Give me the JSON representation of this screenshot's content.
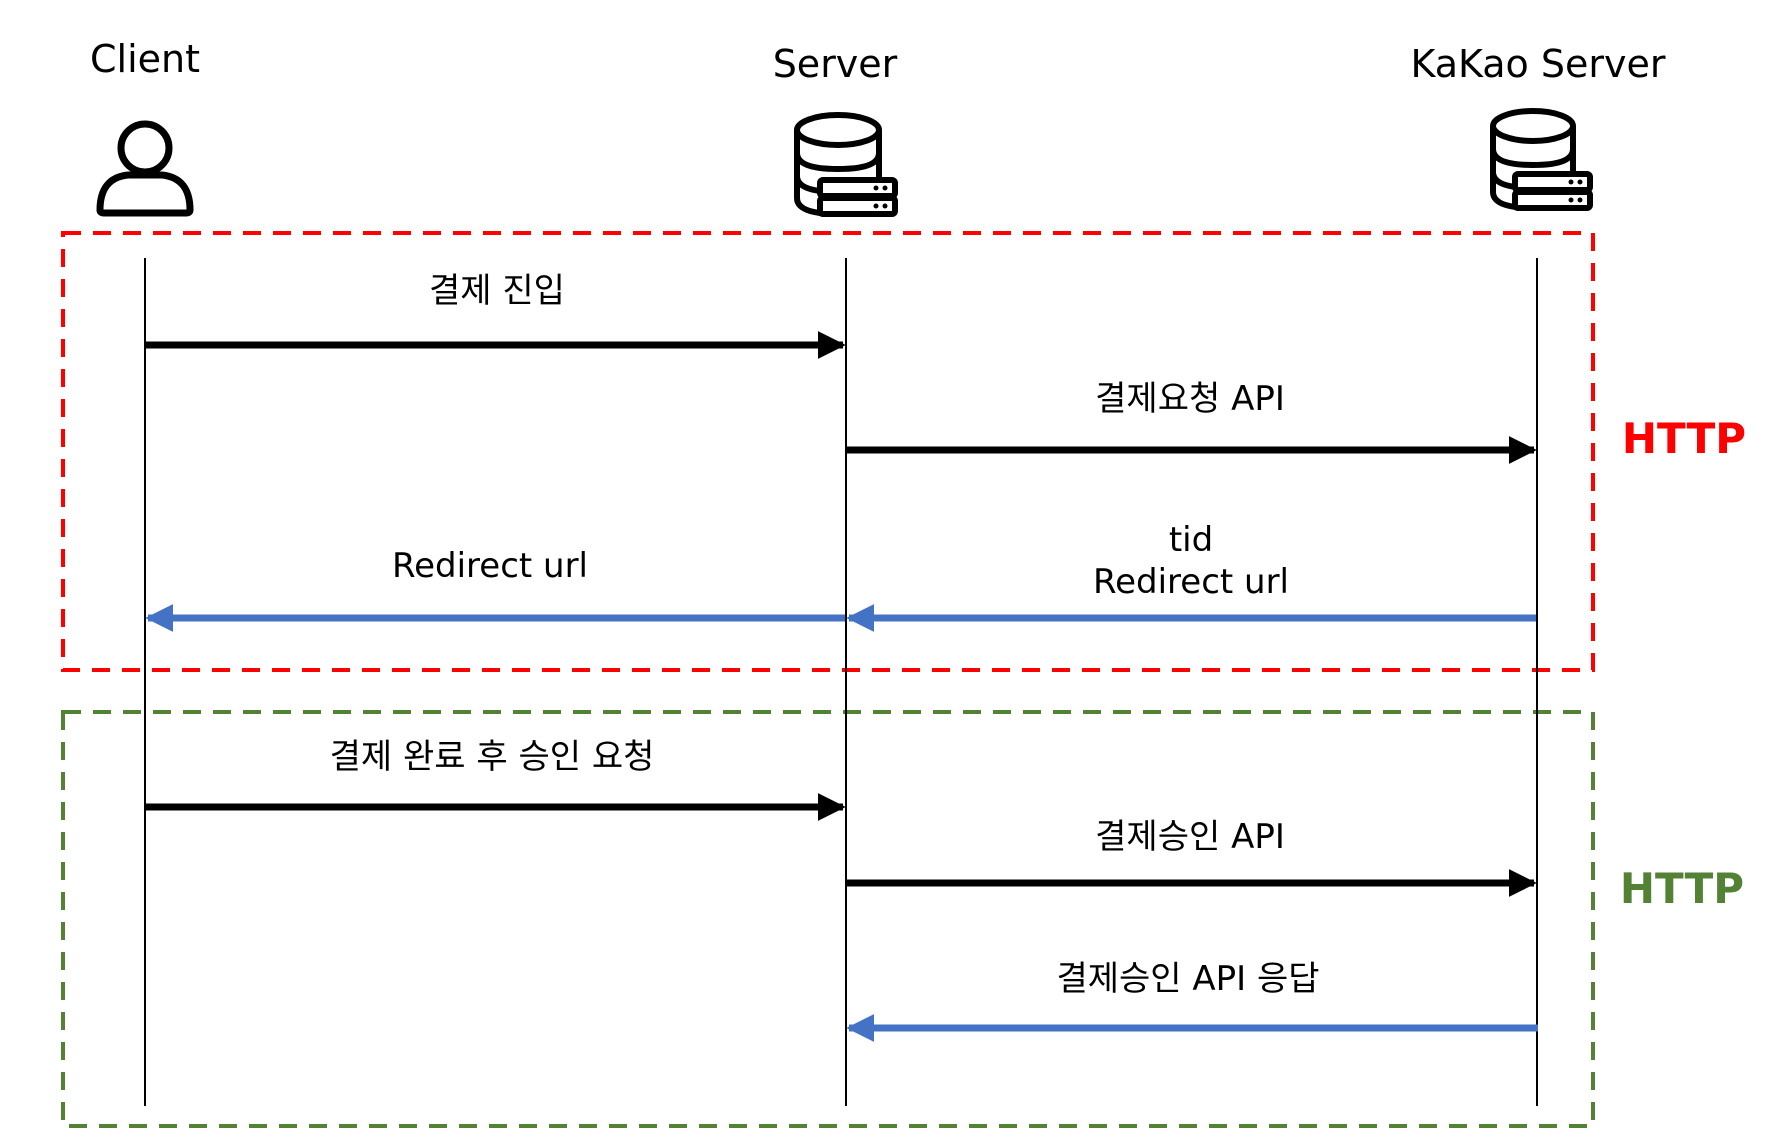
{
  "actors": [
    {
      "label": "Client",
      "icon": "user-icon"
    },
    {
      "label": "Server",
      "icon": "server-icon"
    },
    {
      "label": "KaKao Server",
      "icon": "server-icon"
    }
  ],
  "groups": [
    {
      "label": "HTTP",
      "color": "#ff0000"
    },
    {
      "label": "HTTP",
      "color": "#548235"
    }
  ],
  "messages": [
    {
      "from": "Client",
      "to": "Server",
      "lines": [
        "결제 진입"
      ],
      "color": "#000000"
    },
    {
      "from": "Server",
      "to": "KaKao Server",
      "lines": [
        "결제요청 API"
      ],
      "color": "#000000"
    },
    {
      "from": "KaKao Server",
      "to": "Server",
      "lines": [
        "tid",
        "Redirect url"
      ],
      "color": "#4472c4"
    },
    {
      "from": "Server",
      "to": "Client",
      "lines": [
        "Redirect url"
      ],
      "color": "#4472c4"
    },
    {
      "from": "Client",
      "to": "Server",
      "lines": [
        "결제 완료 후 승인 요청"
      ],
      "color": "#000000"
    },
    {
      "from": "Server",
      "to": "KaKao Server",
      "lines": [
        "결제승인 API"
      ],
      "color": "#000000"
    },
    {
      "from": "KaKao Server",
      "to": "Server",
      "lines": [
        "결제승인 API 응답"
      ],
      "color": "#4472c4"
    }
  ],
  "colors": {
    "request_arrow": "#000000",
    "response_arrow": "#4472c4",
    "group_red": "#ff0000",
    "group_green": "#548235"
  }
}
